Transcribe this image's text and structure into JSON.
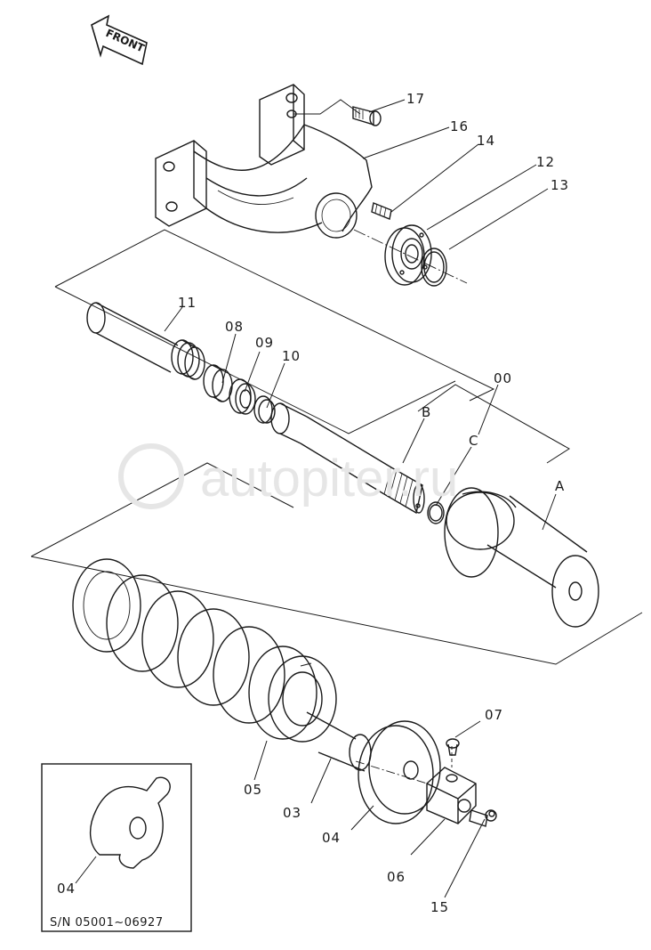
{
  "watermark": "autopiter.ru",
  "front_label": "FRONT",
  "serial_note": "S/N 05001~06927",
  "callouts": {
    "p17": "17",
    "p16": "16",
    "p14": "14",
    "p12": "12",
    "p13": "13",
    "p11": "11",
    "p08": "08",
    "p09": "09",
    "p10": "10",
    "p00": "00",
    "pB": "B",
    "pC": "C",
    "pA": "A",
    "p07": "07",
    "p05": "05",
    "p03": "03",
    "p04": "04",
    "p06": "06",
    "p15": "15",
    "inset04": "04"
  },
  "colors": {
    "line": "#1a1a1a",
    "watermark": "#e6e6e6"
  }
}
